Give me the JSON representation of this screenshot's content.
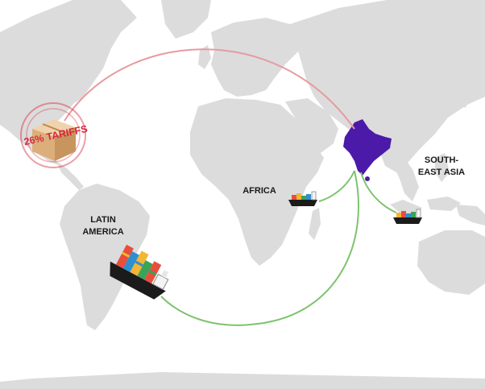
{
  "labels": {
    "tariff_stamp": "26% TARIFFS",
    "africa": "AFRICA",
    "latin_america_line1": "LATIN",
    "latin_america_line2": "AMERICA",
    "south_east_asia_line1": "SOUTH-",
    "south_east_asia_line2": "EAST ASIA"
  },
  "colors": {
    "land": "#dcdcdc",
    "ocean": "#ffffff",
    "india": "#4b1aa8",
    "route_to_us": "#e79aa0",
    "route_to_markets": "#7fc26f",
    "tariff_red": "#d62839",
    "box": "#e6c39a",
    "ship_hull": "#1b1b1b"
  },
  "icons": {
    "box": "cardboard-box-icon",
    "ship": "cargo-ship-icon"
  }
}
